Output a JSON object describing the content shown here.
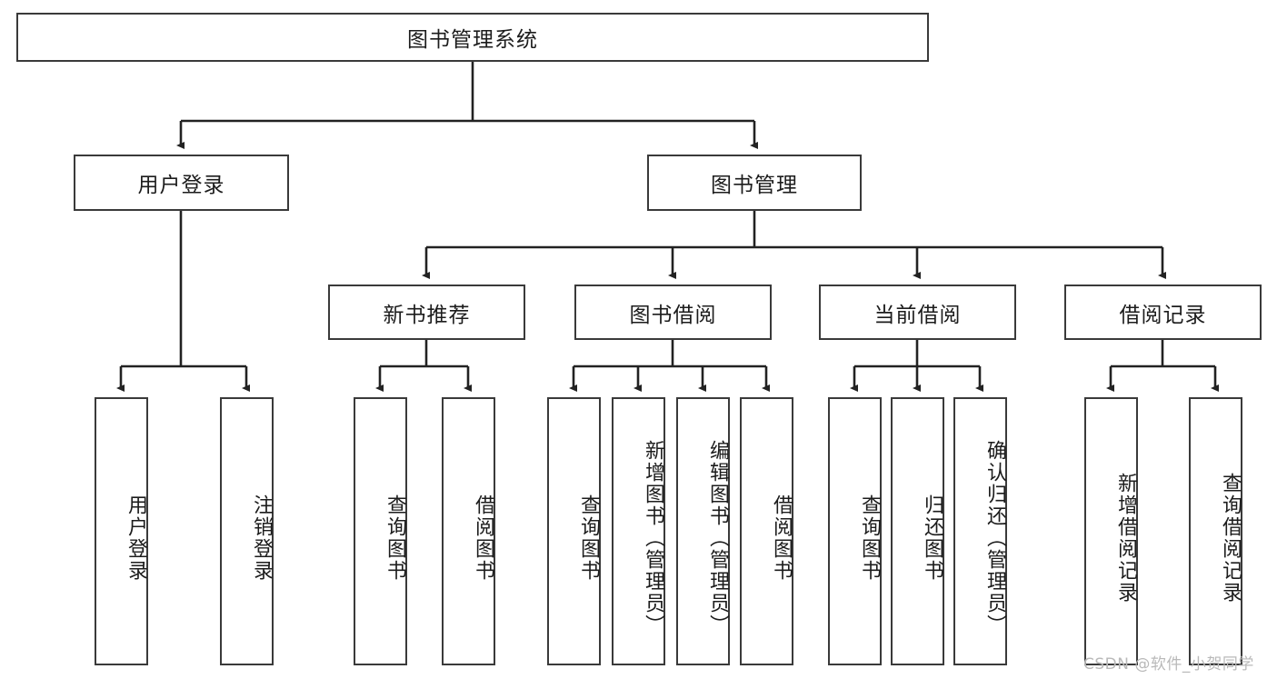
{
  "diagram": {
    "title": "图书管理系统",
    "type": "tree-hierarchy-diagram",
    "colors": {
      "box_border": "#3a3a3a",
      "box_fill": "#ffffff",
      "edge": "#222222",
      "text": "#1c1c1c",
      "watermark": "#b9b9b9"
    },
    "root": {
      "label": "图书管理系统"
    },
    "level2": [
      {
        "label": "用户登录"
      },
      {
        "label": "图书管理"
      }
    ],
    "level3": [
      {
        "label": "新书推荐"
      },
      {
        "label": "图书借阅"
      },
      {
        "label": "当前借阅"
      },
      {
        "label": "借阅记录"
      }
    ],
    "leaves": {
      "user_login": [
        {
          "label": "用户登录"
        },
        {
          "label": "注销登录"
        }
      ],
      "new_book_recommend": [
        {
          "label": "查询图书"
        },
        {
          "label": "借阅图书"
        }
      ],
      "book_borrow": [
        {
          "label": "查询图书"
        },
        {
          "label": "新增图书（管理员）"
        },
        {
          "label": "编辑图书（管理员）"
        },
        {
          "label": "借阅图书"
        }
      ],
      "current_borrow": [
        {
          "label": "查询图书"
        },
        {
          "label": "归还图书"
        },
        {
          "label": "确认归还（管理员）"
        }
      ],
      "borrow_record": [
        {
          "label": "新增借阅记录"
        },
        {
          "label": "查询借阅记录"
        }
      ]
    }
  },
  "watermark": {
    "text": "CSDN @软件_小贺同学"
  }
}
